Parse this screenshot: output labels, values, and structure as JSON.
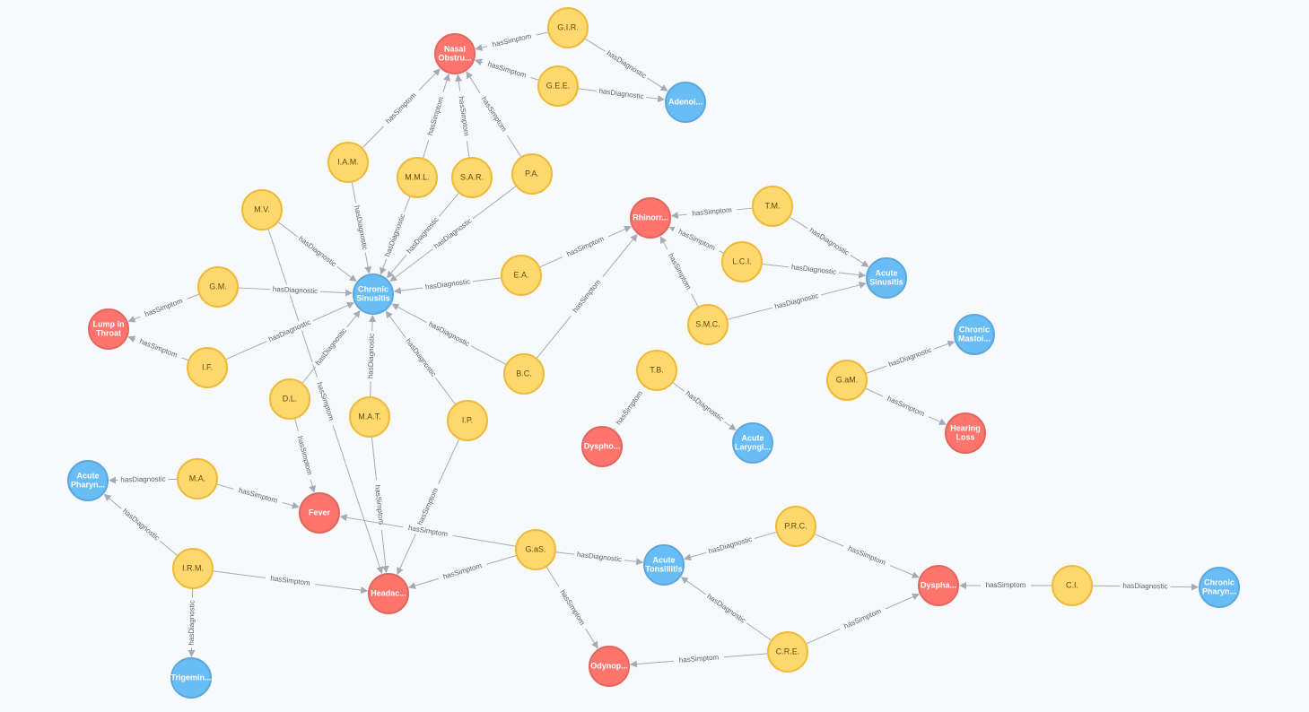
{
  "colors": {
    "patient": "#ffd86e",
    "patient_stroke": "#edba39",
    "patient_text": "#604a0e",
    "symptom": "#ff756e",
    "symptom_stroke": "#e06760",
    "symptom_text": "#ffffff",
    "diagnosis": "#68bdf6",
    "diagnosis_stroke": "#5ca8db",
    "diagnosis_text": "#ffffff",
    "edge": "#a5abb6"
  },
  "nodes": [
    {
      "id": "nasal",
      "type": "symptom",
      "lines": [
        "Nasal",
        "Obstru..."
      ]
    },
    {
      "id": "rhino",
      "type": "symptom",
      "lines": [
        "Rhinorr..."
      ]
    },
    {
      "id": "lump",
      "type": "symptom",
      "lines": [
        "Lump in",
        "Throat"
      ]
    },
    {
      "id": "fever",
      "type": "symptom",
      "lines": [
        "Fever"
      ]
    },
    {
      "id": "headache",
      "type": "symptom",
      "lines": [
        "Headac..."
      ]
    },
    {
      "id": "dyspho",
      "type": "symptom",
      "lines": [
        "Dyspho..."
      ]
    },
    {
      "id": "hearing",
      "type": "symptom",
      "lines": [
        "Hearing",
        "Loss"
      ]
    },
    {
      "id": "dyspha",
      "type": "symptom",
      "lines": [
        "Dyspha..."
      ]
    },
    {
      "id": "odyno",
      "type": "symptom",
      "lines": [
        "Odynop..."
      ]
    },
    {
      "id": "adeno",
      "type": "diagnosis",
      "lines": [
        "Adenoi..."
      ]
    },
    {
      "id": "chronsin",
      "type": "diagnosis",
      "lines": [
        "Chronic",
        "Sinusitis"
      ]
    },
    {
      "id": "acutesin",
      "type": "diagnosis",
      "lines": [
        "Acute",
        "Sinusitis"
      ]
    },
    {
      "id": "chronmast",
      "type": "diagnosis",
      "lines": [
        "Chronic",
        "Mastoi..."
      ]
    },
    {
      "id": "acutelar",
      "type": "diagnosis",
      "lines": [
        "Acute",
        "Laryngi..."
      ]
    },
    {
      "id": "acutephar",
      "type": "diagnosis",
      "lines": [
        "Acute",
        "Pharyn..."
      ]
    },
    {
      "id": "acuteton",
      "type": "diagnosis",
      "lines": [
        "Acute",
        "Tonsillitis"
      ]
    },
    {
      "id": "chronphar",
      "type": "diagnosis",
      "lines": [
        "Chronic",
        "Pharyn..."
      ]
    },
    {
      "id": "trigem",
      "type": "diagnosis",
      "lines": [
        "Trigemin..."
      ]
    },
    {
      "id": "gir",
      "type": "patient",
      "lines": [
        "G.I.R."
      ]
    },
    {
      "id": "gee",
      "type": "patient",
      "lines": [
        "G.E.E."
      ]
    },
    {
      "id": "iam",
      "type": "patient",
      "lines": [
        "I.A.M."
      ]
    },
    {
      "id": "mml",
      "type": "patient",
      "lines": [
        "M.M.L."
      ]
    },
    {
      "id": "sar",
      "type": "patient",
      "lines": [
        "S.A.R."
      ]
    },
    {
      "id": "pa",
      "type": "patient",
      "lines": [
        "P.A."
      ]
    },
    {
      "id": "mv",
      "type": "patient",
      "lines": [
        "M.V."
      ]
    },
    {
      "id": "tm",
      "type": "patient",
      "lines": [
        "T.M."
      ]
    },
    {
      "id": "lci",
      "type": "patient",
      "lines": [
        "L.C.I."
      ]
    },
    {
      "id": "ea",
      "type": "patient",
      "lines": [
        "E.A."
      ]
    },
    {
      "id": "gm",
      "type": "patient",
      "lines": [
        "G.M."
      ]
    },
    {
      "id": "if",
      "type": "patient",
      "lines": [
        "I.F."
      ]
    },
    {
      "id": "smc",
      "type": "patient",
      "lines": [
        "S.M.C."
      ]
    },
    {
      "id": "bc",
      "type": "patient",
      "lines": [
        "B.C."
      ]
    },
    {
      "id": "tb",
      "type": "patient",
      "lines": [
        "T.B."
      ]
    },
    {
      "id": "gam",
      "type": "patient",
      "lines": [
        "G.aM."
      ]
    },
    {
      "id": "dl",
      "type": "patient",
      "lines": [
        "D.L."
      ]
    },
    {
      "id": "mat",
      "type": "patient",
      "lines": [
        "M.A.T."
      ]
    },
    {
      "id": "ip",
      "type": "patient",
      "lines": [
        "I.P."
      ]
    },
    {
      "id": "ma",
      "type": "patient",
      "lines": [
        "M.A."
      ]
    },
    {
      "id": "irm",
      "type": "patient",
      "lines": [
        "I.R.M."
      ]
    },
    {
      "id": "gas",
      "type": "patient",
      "lines": [
        "G.aS."
      ]
    },
    {
      "id": "prc",
      "type": "patient",
      "lines": [
        "P.R.C."
      ]
    },
    {
      "id": "ci",
      "type": "patient",
      "lines": [
        "C.I."
      ]
    },
    {
      "id": "cre",
      "type": "patient",
      "lines": [
        "C.R.E."
      ]
    }
  ],
  "edges": [
    {
      "from": "gir",
      "to": "nasal",
      "label": "hasSimptom"
    },
    {
      "from": "gir",
      "to": "adeno",
      "label": "hasDiagnostic"
    },
    {
      "from": "gee",
      "to": "nasal",
      "label": "hasSimptom"
    },
    {
      "from": "gee",
      "to": "adeno",
      "label": "hasDiagnostic"
    },
    {
      "from": "iam",
      "to": "nasal",
      "label": "hasSimptom"
    },
    {
      "from": "iam",
      "to": "chronsin",
      "label": "hasDiagnostic"
    },
    {
      "from": "mml",
      "to": "nasal",
      "label": "hasSimptom"
    },
    {
      "from": "mml",
      "to": "chronsin",
      "label": "hasDiagnostic"
    },
    {
      "from": "sar",
      "to": "nasal",
      "label": "hasSimptom"
    },
    {
      "from": "sar",
      "to": "chronsin",
      "label": "hasDiagnostic"
    },
    {
      "from": "pa",
      "to": "nasal",
      "label": "hasSimptom"
    },
    {
      "from": "pa",
      "to": "chronsin",
      "label": "hasDiagnostic"
    },
    {
      "from": "mv",
      "to": "chronsin",
      "label": "hasDiagnostic"
    },
    {
      "from": "mv",
      "to": "headache",
      "label": "hasSimptom"
    },
    {
      "from": "tm",
      "to": "rhino",
      "label": "hasSimptom"
    },
    {
      "from": "tm",
      "to": "acutesin",
      "label": "hasDiagnostic"
    },
    {
      "from": "lci",
      "to": "rhino",
      "label": "hasSimptom"
    },
    {
      "from": "lci",
      "to": "acutesin",
      "label": "hasDiagnostic"
    },
    {
      "from": "smc",
      "to": "rhino",
      "label": "hasSimptom"
    },
    {
      "from": "smc",
      "to": "acutesin",
      "label": "hasDiagnostic"
    },
    {
      "from": "ea",
      "to": "rhino",
      "label": "hasSimptom"
    },
    {
      "from": "ea",
      "to": "chronsin",
      "label": "hasDiagnostic"
    },
    {
      "from": "bc",
      "to": "rhino",
      "label": "hasSimptom"
    },
    {
      "from": "bc",
      "to": "chronsin",
      "label": "hasDiagnostic"
    },
    {
      "from": "gm",
      "to": "lump",
      "label": "hasSimptom"
    },
    {
      "from": "gm",
      "to": "chronsin",
      "label": "hasDiagnostic"
    },
    {
      "from": "if",
      "to": "lump",
      "label": "hasSimptom"
    },
    {
      "from": "if",
      "to": "chronsin",
      "label": "hasDiagnostic"
    },
    {
      "from": "dl",
      "to": "chronsin",
      "label": "hasDiagnostic"
    },
    {
      "from": "dl",
      "to": "fever",
      "label": "hasSimptom"
    },
    {
      "from": "mat",
      "to": "chronsin",
      "label": "hasDiagnostic"
    },
    {
      "from": "mat",
      "to": "headache",
      "label": "hasSimptom"
    },
    {
      "from": "ip",
      "to": "chronsin",
      "label": "hasDiagnostic"
    },
    {
      "from": "ip",
      "to": "headache",
      "label": "hasSimptom"
    },
    {
      "from": "tb",
      "to": "dyspho",
      "label": "hasSimptom"
    },
    {
      "from": "tb",
      "to": "acutelar",
      "label": "hasDiagnostic"
    },
    {
      "from": "gam",
      "to": "chronmast",
      "label": "hasDiagnostic"
    },
    {
      "from": "gam",
      "to": "hearing",
      "label": "hasSimptom"
    },
    {
      "from": "ma",
      "to": "acutephar",
      "label": "hasDiagnostic"
    },
    {
      "from": "ma",
      "to": "fever",
      "label": "hasSimptom"
    },
    {
      "from": "irm",
      "to": "acutephar",
      "label": "hasDiagnostic"
    },
    {
      "from": "irm",
      "to": "headache",
      "label": "hasSimptom"
    },
    {
      "from": "irm",
      "to": "trigem",
      "label": "hasDiagnostic"
    },
    {
      "from": "gas",
      "to": "fever",
      "label": "hasSimptom"
    },
    {
      "from": "gas",
      "to": "headache",
      "label": "hasSimptom"
    },
    {
      "from": "gas",
      "to": "acuteton",
      "label": "hasDiagnostic"
    },
    {
      "from": "gas",
      "to": "odyno",
      "label": "hasSimptom"
    },
    {
      "from": "prc",
      "to": "acuteton",
      "label": "hasDiagnostic"
    },
    {
      "from": "prc",
      "to": "dyspha",
      "label": "hasSimptom"
    },
    {
      "from": "ci",
      "to": "dyspha",
      "label": "hasSimptom"
    },
    {
      "from": "ci",
      "to": "chronphar",
      "label": "hasDiagnostic"
    },
    {
      "from": "cre",
      "to": "acuteton",
      "label": "hasDiagnostic"
    },
    {
      "from": "cre",
      "to": "dyspha",
      "label": "hasSimptom"
    },
    {
      "from": "cre",
      "to": "odyno",
      "label": "hasSimptom"
    }
  ]
}
